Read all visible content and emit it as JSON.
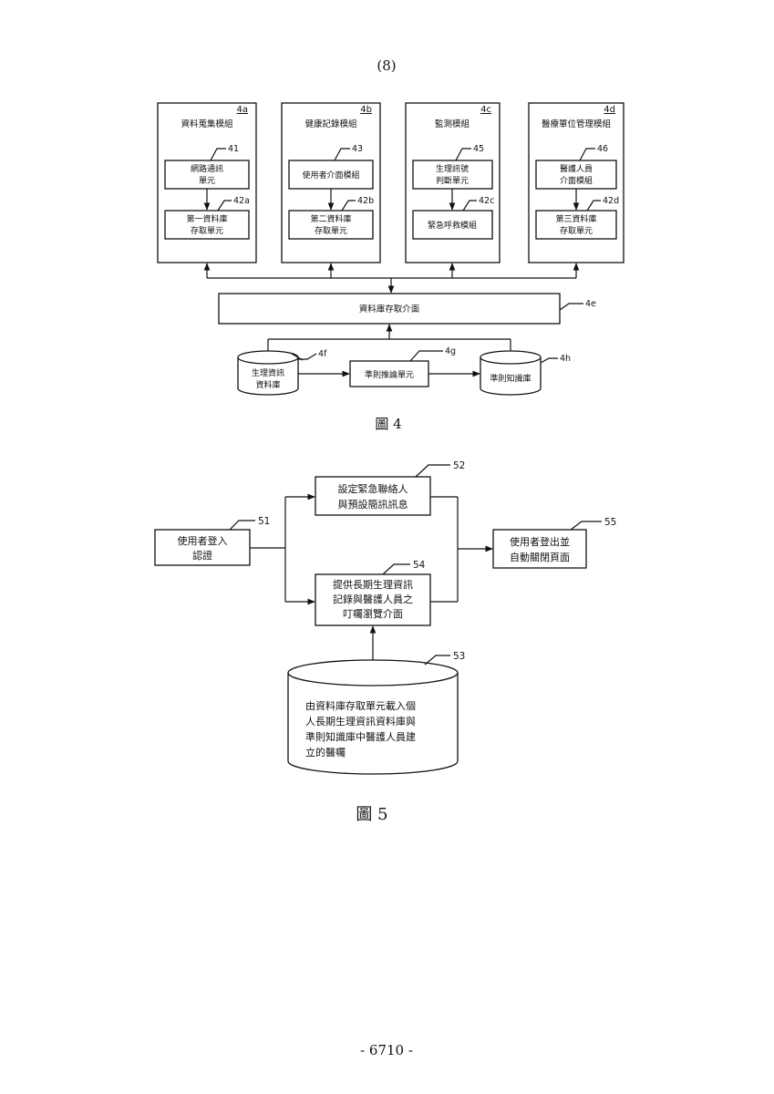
{
  "page_header": "(8)",
  "page_footer": "- 6710 -",
  "fig4": {
    "caption": "圖 4",
    "modules": [
      {
        "ref": "4a",
        "title": "資料蒐集模組",
        "top": {
          "ref": "41",
          "lines": [
            "網路通訊",
            "單元"
          ]
        },
        "bottom": {
          "ref": "42a",
          "lines": [
            "第一資料庫",
            "存取單元"
          ]
        }
      },
      {
        "ref": "4b",
        "title": "健康記錄模組",
        "top": {
          "ref": "43",
          "lines": [
            "使用者介面模組"
          ]
        },
        "bottom": {
          "ref": "42b",
          "lines": [
            "第二資料庫",
            "存取單元"
          ]
        }
      },
      {
        "ref": "4c",
        "title": "監測模組",
        "top": {
          "ref": "45",
          "lines": [
            "生理訊號",
            "判斷單元"
          ]
        },
        "bottom": {
          "ref": "42c",
          "lines": [
            "緊急呼救模組"
          ]
        }
      },
      {
        "ref": "4d",
        "title": "醫療單位管理模組",
        "top": {
          "ref": "46",
          "lines": [
            "醫護人員",
            "介面模組"
          ]
        },
        "bottom": {
          "ref": "42d",
          "lines": [
            "第三資料庫",
            "存取單元"
          ]
        }
      }
    ],
    "interface": {
      "ref": "4e",
      "label": "資料庫存取介面"
    },
    "physio_db": {
      "ref": "4f",
      "lines": [
        "生理資訊",
        "資料庫"
      ]
    },
    "inference": {
      "ref": "4g",
      "label": "準則推論單元"
    },
    "knowledge_db": {
      "ref": "4h",
      "label": "準則知識庫"
    }
  },
  "fig5": {
    "caption": "圖 5",
    "login": {
      "ref": "51",
      "lines": [
        "使用者登入",
        "認證"
      ]
    },
    "emergency": {
      "ref": "52",
      "lines": [
        "設定緊急聯絡人",
        "與預設簡訊訊息"
      ]
    },
    "browse": {
      "ref": "54",
      "lines": [
        "提供長期生理資訊",
        "記錄與醫護人員之",
        "叮囑瀏覽介面"
      ]
    },
    "logout": {
      "ref": "55",
      "lines": [
        "使用者登出並",
        "自動關閉頁面"
      ]
    },
    "db": {
      "ref": "53",
      "lines": [
        "由資料庫存取單元載入個",
        "人長期生理資訊資料庫與",
        "準則知識庫中醫護人員建",
        "立的醫囑"
      ]
    }
  }
}
